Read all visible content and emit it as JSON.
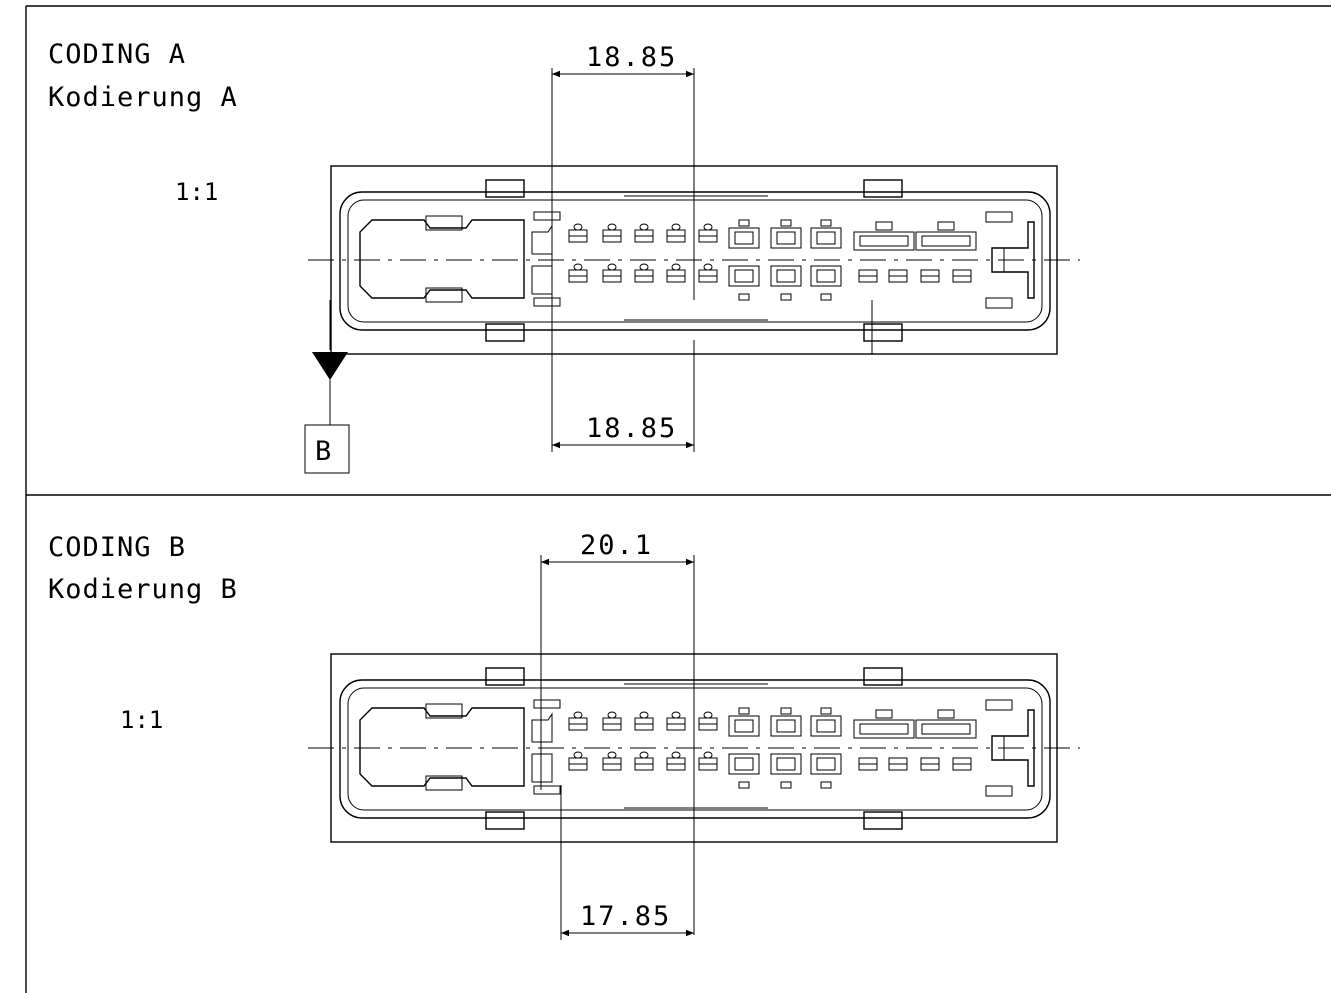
{
  "views": [
    {
      "title": "CODING A",
      "subtitle": "Kodierung A",
      "scale": "1:1",
      "dim_top": "18.85",
      "dim_bottom": "18.85"
    },
    {
      "title": "CODING B",
      "subtitle": "Kodierung B",
      "scale": "1:1",
      "dim_top": "20.1",
      "dim_bottom": "17.85"
    }
  ],
  "datum_label": "B"
}
